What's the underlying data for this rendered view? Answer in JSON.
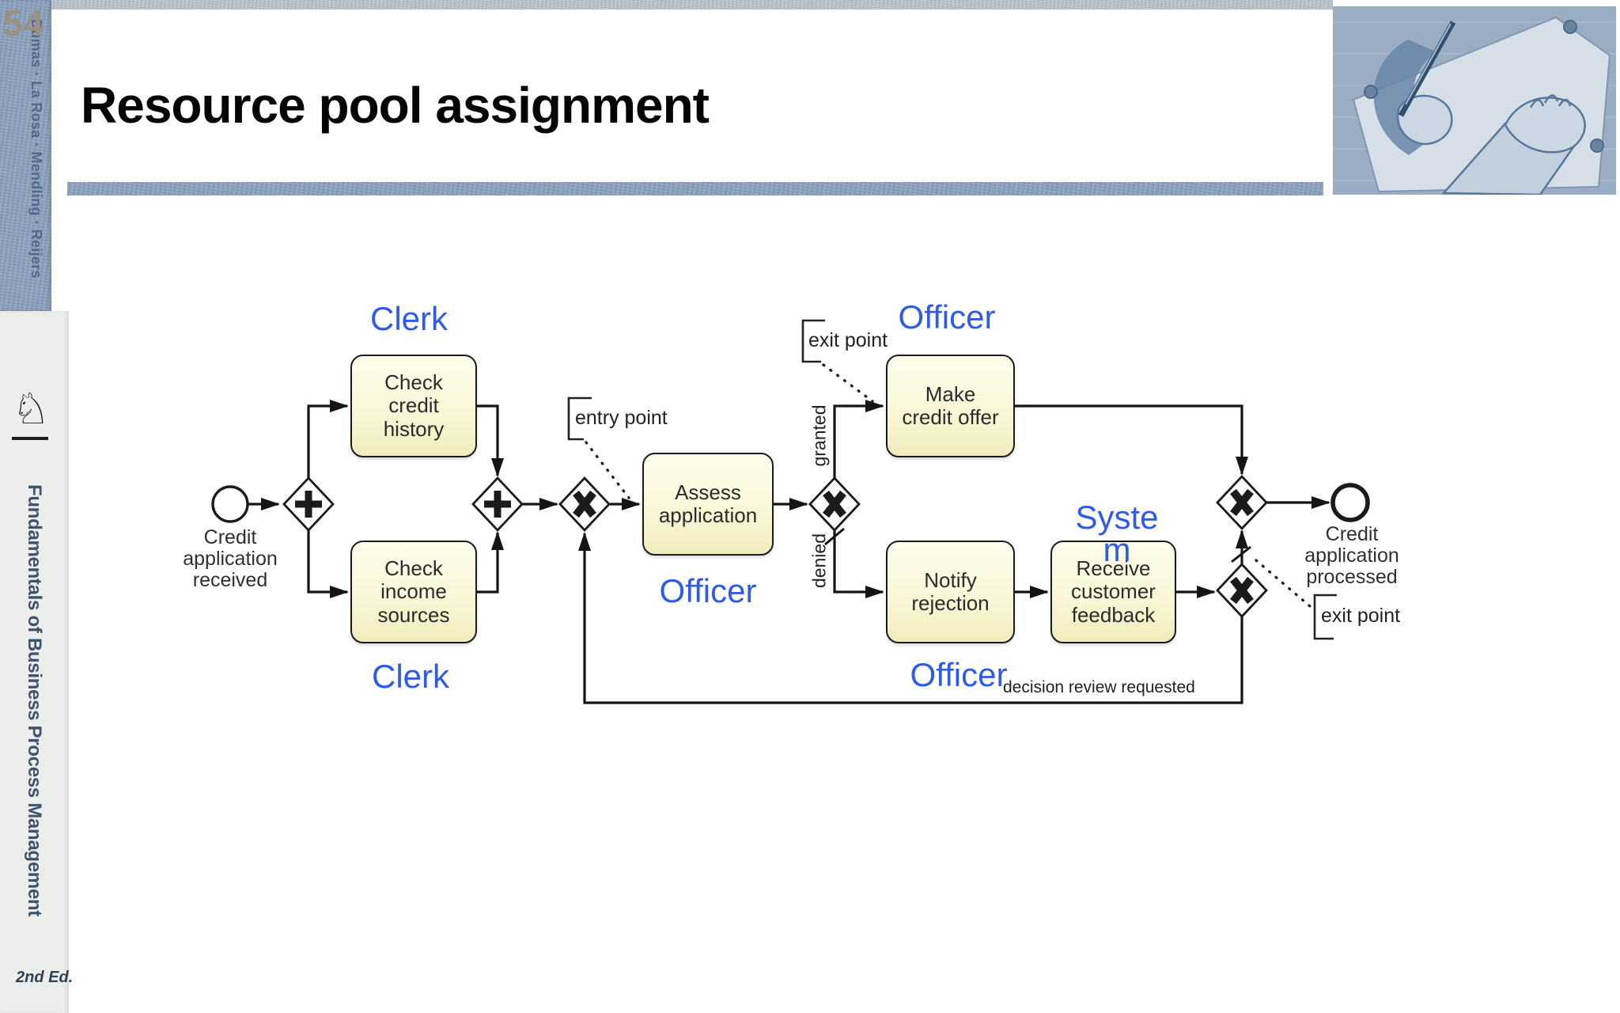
{
  "slide": {
    "number": "54",
    "title": "Resource pool assignment",
    "corner_image": "escher-drawing-hands-blue"
  },
  "spine": {
    "authors": "Dumas · La Rosa · Mendling · Reijers",
    "book_title": "Fundamentals of Business Process Management",
    "edition": "2nd Ed.",
    "knight_icon": "♘"
  },
  "colors": {
    "accent_blue": "#8ba0bc",
    "role_label_blue": "#2e5ce6",
    "task_fill": "#f8f4d0",
    "line_black": "#151515"
  },
  "icons": {
    "xor_gateway_marker": "X",
    "parallel_gateway_marker": "+"
  },
  "diagram": {
    "roles": {
      "clerk_top": "Clerk",
      "clerk_bottom": "Clerk",
      "officer_mid": "Officer",
      "officer_top": "Officer",
      "officer_bottom": "Officer",
      "system": "Syste\nm"
    },
    "events": {
      "start": "Credit\napplication\nreceived",
      "end": "Credit\napplication\nprocessed"
    },
    "tasks": {
      "check_credit_history": "Check\ncredit\nhistory",
      "check_income_sources": "Check\nincome\nsources",
      "assess_application": "Assess\napplication",
      "make_credit_offer": "Make\ncredit offer",
      "notify_rejection": "Notify\nrejection",
      "receive_customer_feedback": "Receive\ncustomer\nfeedback"
    },
    "edge_labels": {
      "granted": "granted",
      "denied": "denied",
      "loop": "decision review requested"
    },
    "annotations": {
      "entry_point": "entry point",
      "exit_point_top": "exit point",
      "exit_point_bottom": "exit point"
    }
  }
}
